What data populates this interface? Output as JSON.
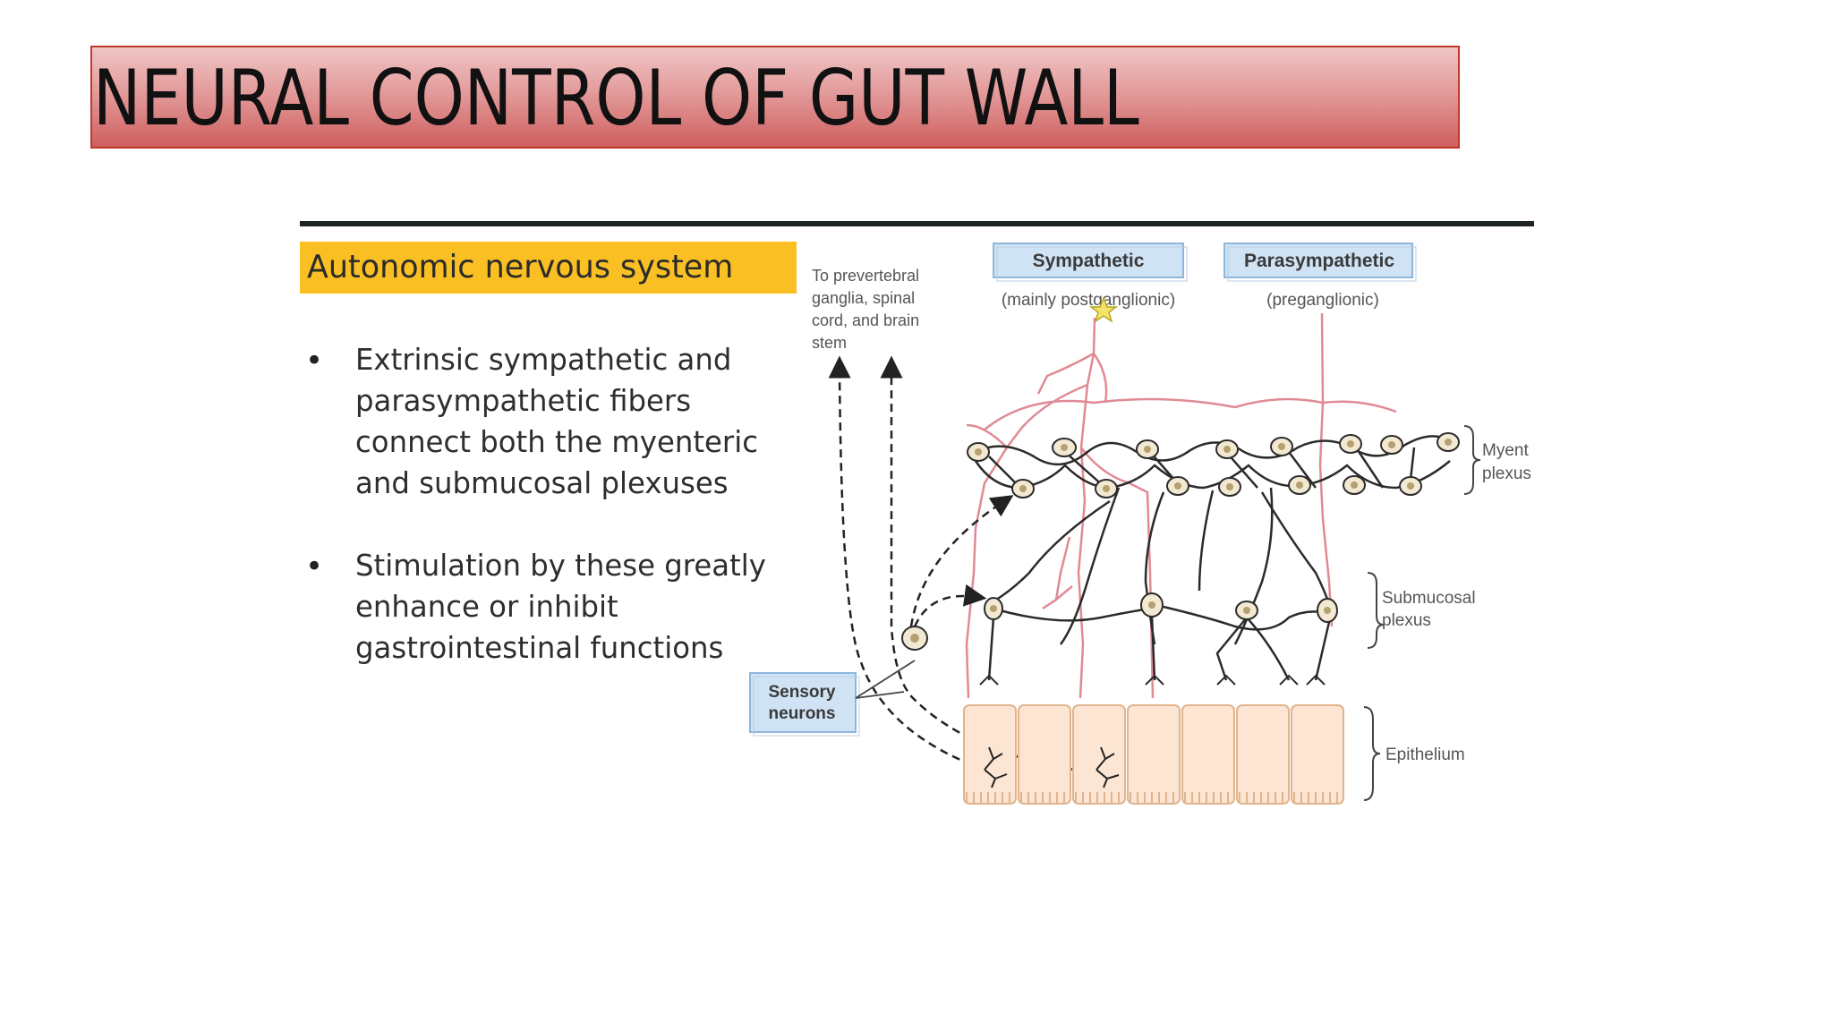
{
  "slide": {
    "title": "NEURAL CONTROL OF GUT WALL"
  },
  "figure": {
    "heading": "Autonomic nervous system",
    "bullets": [
      {
        "lines": [
          "Extrinsic sympathetic and",
          "parasympathetic fibers",
          "connect both the myenteric",
          "and submucosal plexuses"
        ]
      },
      {
        "lines": [
          "Stimulation by these greatly",
          "enhance or inhibit",
          "gastrointestinal functions"
        ]
      }
    ],
    "bullet_symbol": "•",
    "sympathetic_label": "Sympathetic",
    "sympathetic_sub": "(mainly postganglionic)",
    "parasympathetic_label": "Parasympathetic",
    "parasympathetic_sub": "(preganglionic)",
    "prevertebral_lines": [
      "To prevertebral",
      "ganglia, spinal",
      "cord, and brain",
      "stem"
    ],
    "myenteric_lines": [
      "Myent",
      "plexus"
    ],
    "submucosal_lines": [
      "Submucosal",
      "plexus"
    ],
    "epithelium_label": "Epithelium",
    "sensory_lines": [
      "Sensory",
      "neurons"
    ]
  },
  "colors": {
    "title_border": "#c0392b",
    "heading_bg": "#f9bf23",
    "label_box_bg": "#cfe3f5",
    "label_box_border": "#8fb6d9",
    "fiber_red": "#e08a95",
    "neuron_dark": "#2b2b2b",
    "cell_fill": "#fce6d3",
    "cell_stroke": "#e0b48e"
  }
}
